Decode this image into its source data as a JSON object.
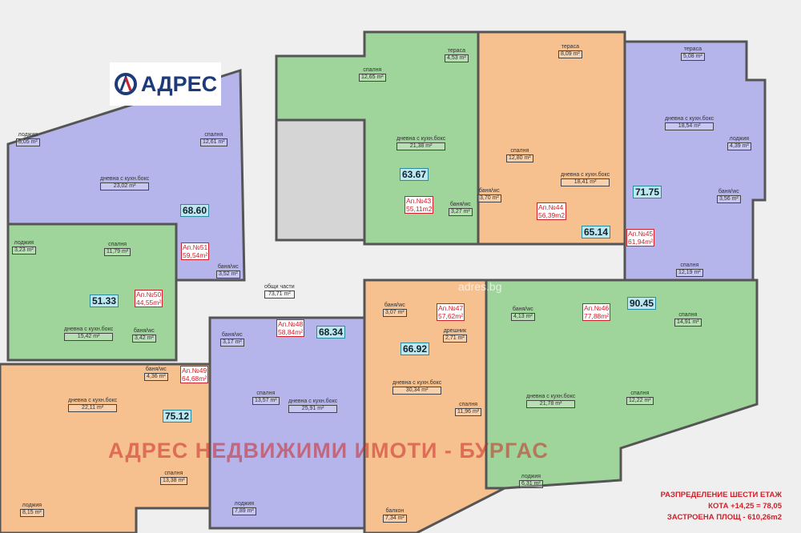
{
  "logo": {
    "text": "АДРЕС"
  },
  "watermark": "АДРЕС НЕДВИЖИМИ ИМОТИ - БУРГАС",
  "watermark_site": "adres.bg",
  "info": {
    "line1": "РАЗПРЕДЕЛЕНИЕ ШЕСТИ ЕТАЖ",
    "line2": "КОТА +14,25 = 78,05",
    "line3": "ЗАСТРОЕНА ПЛОЩ - 610,26m2"
  },
  "common": {
    "name": "общи части",
    "area": "73,71 m²"
  },
  "colors": {
    "green": "#9fd49a",
    "purple": "#b5b5ec",
    "orange": "#f6c08f",
    "core": "#cfcfcf"
  },
  "apartments": [
    {
      "id": "Ап.№51",
      "area": "59,54m²",
      "total": "68.60",
      "color": "purple",
      "rooms": [
        {
          "n": "лоджия",
          "a": "5,05 m²"
        },
        {
          "n": "дневна с кухн.бокс",
          "a": "23,02 m²"
        },
        {
          "n": "спалня",
          "a": "12,61 m²"
        },
        {
          "n": "баня/wc",
          "a": "3,52 m²"
        }
      ]
    },
    {
      "id": "Ап.№50",
      "area": "44,55m²",
      "total": "51.33",
      "color": "green",
      "rooms": [
        {
          "n": "лоджия",
          "a": "3,23 m²"
        },
        {
          "n": "спалня",
          "a": "11,79 m²"
        },
        {
          "n": "дневна с кухн.бокс",
          "a": "15,42 m²"
        },
        {
          "n": "баня/wc",
          "a": "3,42 m²"
        }
      ]
    },
    {
      "id": "Ап.№49",
      "area": "64,68m²",
      "total": "75.12",
      "color": "orange",
      "rooms": [
        {
          "n": "дневна с кухн.бокс",
          "a": "22,11 m²"
        },
        {
          "n": "баня/wc",
          "a": "4,36 m²"
        },
        {
          "n": "спалня",
          "a": "13,38 m²"
        },
        {
          "n": "лоджия",
          "a": "8,15 m²"
        }
      ]
    },
    {
      "id": "Ап.№48",
      "area": "58,84m²",
      "total": "68.34",
      "color": "purple",
      "rooms": [
        {
          "n": "баня/wc",
          "a": "3,17 m²"
        },
        {
          "n": "спалня",
          "a": "13,57 m²"
        },
        {
          "n": "дневна с кухн.бокс",
          "a": "25,91 m²"
        },
        {
          "n": "лоджия",
          "a": "7,89 m²"
        }
      ]
    },
    {
      "id": "Ап.№47",
      "area": "57,62m²",
      "total": "66.92",
      "color": "orange",
      "rooms": [
        {
          "n": "баня/wc",
          "a": "3,07 m²"
        },
        {
          "n": "дрешник",
          "a": "2,71 m²"
        },
        {
          "n": "дневна с кухн.бокс",
          "a": "30,34 m²"
        },
        {
          "n": "спалня",
          "a": "11,96 m²"
        },
        {
          "n": "балкон",
          "a": "7,34 m²"
        }
      ]
    },
    {
      "id": "Ап.№46",
      "area": "77,88m²",
      "total": "90.45",
      "color": "green",
      "rooms": [
        {
          "n": "баня/wc",
          "a": "4,13 m²"
        },
        {
          "n": "спалня",
          "a": "14,91 m²"
        },
        {
          "n": "спалня",
          "a": "12,22 m²"
        },
        {
          "n": "дневна с кухн.бокс",
          "a": "21,78 m²"
        },
        {
          "n": "лоджия",
          "a": "6,31 m²"
        }
      ]
    },
    {
      "id": "Ап.№45",
      "area": "61,94m²",
      "total": "71.75",
      "color": "purple",
      "rooms": [
        {
          "n": "тераса",
          "a": "5,08 m²"
        },
        {
          "n": "дневна с кухн.бокс",
          "a": "18,54 m²"
        },
        {
          "n": "лоджия",
          "a": "4,39 m²"
        },
        {
          "n": "баня/wc",
          "a": "3,56 m²"
        },
        {
          "n": "спалня",
          "a": "12,19 m²"
        }
      ]
    },
    {
      "id": "Ап.№44",
      "area": "56,39m2",
      "total": "65.14",
      "color": "orange",
      "rooms": [
        {
          "n": "тераса",
          "a": "8,09 m²"
        },
        {
          "n": "спалня",
          "a": "12,80 m²"
        },
        {
          "n": "баня/wc",
          "a": "3,70 m²"
        },
        {
          "n": "дневна с кухн.бокс",
          "a": "18,41 m²"
        }
      ]
    },
    {
      "id": "Ап.№43",
      "area": "55,11m2",
      "total": "63.67",
      "color": "green",
      "rooms": [
        {
          "n": "тераса",
          "a": "4,53 m²"
        },
        {
          "n": "спалня",
          "a": "12,65 m²"
        },
        {
          "n": "дневна с кухн.бокс",
          "a": "21,38 m²"
        },
        {
          "n": "баня/wc",
          "a": "3,27 m²"
        }
      ]
    }
  ]
}
